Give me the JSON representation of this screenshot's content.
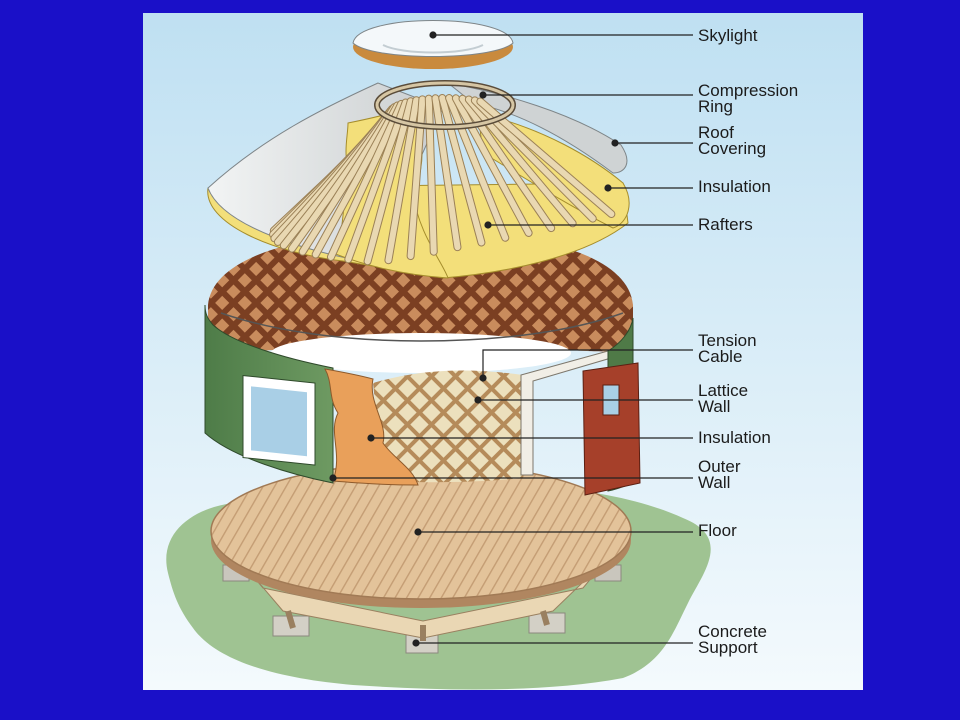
{
  "colors": {
    "slide_background": "#1a10c8",
    "panel_sky_top": "#bfe0f2",
    "panel_sky_bottom": "#f4fafd",
    "roof_covering": "#e6e9ea",
    "insulation_yellow": "#f3df7a",
    "rafter": "#e9d8b2",
    "lattice": "#9a5a3a",
    "outer_wall_green": "#5d8a55",
    "wall_insulation_orange": "#e9a05a",
    "door_red": "#a6402a",
    "floor": "#e3c39a",
    "grass": "#9fc392",
    "concrete": "#c9c6bd"
  },
  "labels": [
    {
      "id": "skylight",
      "lines": [
        "Skylight"
      ]
    },
    {
      "id": "compression-ring",
      "lines": [
        "Compression",
        "Ring"
      ]
    },
    {
      "id": "roof-covering",
      "lines": [
        "Roof",
        "Covering"
      ]
    },
    {
      "id": "roof-insulation",
      "lines": [
        "Insulation"
      ]
    },
    {
      "id": "rafters",
      "lines": [
        "Rafters"
      ]
    },
    {
      "id": "tension-cable",
      "lines": [
        "Tension",
        "Cable"
      ]
    },
    {
      "id": "lattice-wall",
      "lines": [
        "Lattice",
        "Wall"
      ]
    },
    {
      "id": "wall-insulation",
      "lines": [
        "Insulation"
      ]
    },
    {
      "id": "outer-wall",
      "lines": [
        "Outer",
        "Wall"
      ]
    },
    {
      "id": "floor",
      "lines": [
        "Floor"
      ]
    },
    {
      "id": "concrete-support",
      "lines": [
        "Concrete",
        "Support"
      ]
    }
  ]
}
